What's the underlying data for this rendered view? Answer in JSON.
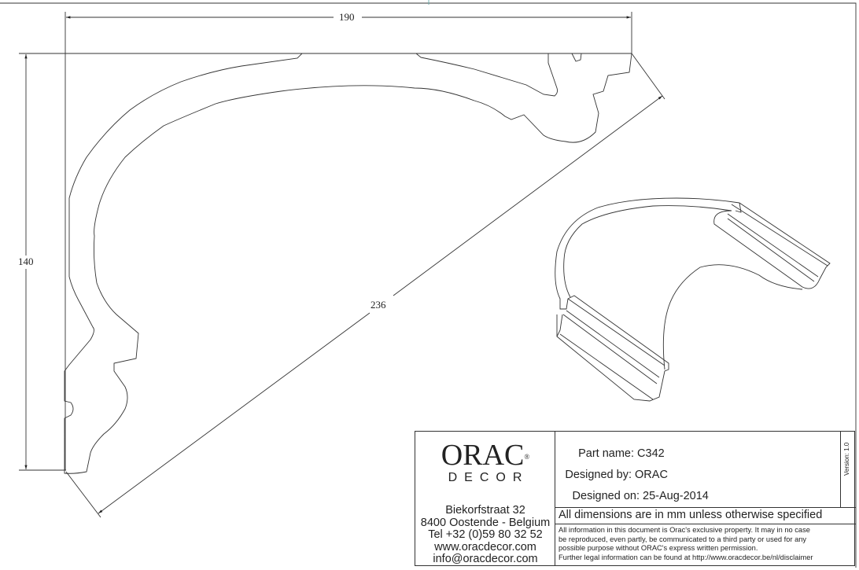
{
  "dimensions": {
    "width": "190",
    "height": "140",
    "diagonal": "236"
  },
  "title_block": {
    "logo_text": "ORAC",
    "logo_sub": "DECOR",
    "logo_mark": "®",
    "address": [
      "Biekorfstraat 32",
      "8400 Oostende - Belgium",
      "Tel  +32 (0)59 80 32 52",
      "www.oracdecor.com",
      "info@oracdecor.com"
    ],
    "part_name_label": "Part name:",
    "part_name": "C342",
    "designed_by_label": "Designed by:",
    "designed_by": "ORAC",
    "designed_on_label": "Designed on:",
    "designed_on": "25-Aug-2014",
    "version": "Version: 1.0",
    "units_note": "All dimensions are in mm unless otherwise specified",
    "legal": [
      "All information in this document is Orac's exclusive property.  It may in no case",
      "be reproduced, even partly, be communicated to a third party or used for any",
      "possible purpose without ORAC's express written permission.",
      "Further legal information can be found at http://www.oracdecor.be/nl/disclaimer"
    ]
  }
}
